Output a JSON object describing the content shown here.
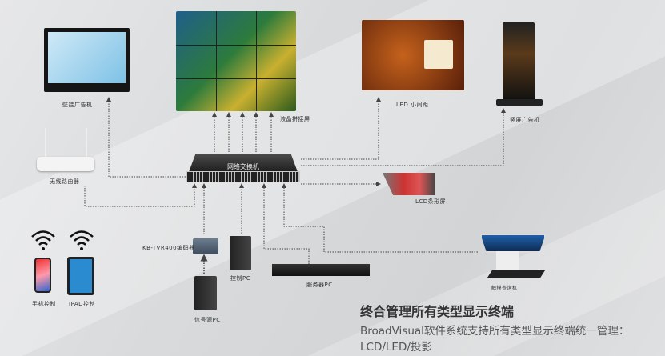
{
  "devices": {
    "wall_ad": "壁挂广告机",
    "video_wall": "液晶拼接屏",
    "led_fine_pitch": "LED 小间距",
    "vertical_ad": "竖屏广告机",
    "router": "无线路由器",
    "switch": "网络交换机",
    "lcd_bar": "LCD条形屏",
    "encoder": "KB-TVR400编码器",
    "control_pc": "控制PC",
    "server_pc": "服务器PC",
    "touch_kiosk": "触摸查询机",
    "source_pc": "信号源PC",
    "phone_control": "手机控制",
    "ipad_control": "IPAD控制"
  },
  "caption": {
    "title": "终合管理所有类型显示终端",
    "line1": "BroadVisual软件系统支持所有类型显示终端统一管理：",
    "line2": "LCD/LED/投影"
  },
  "colors": {
    "line": "#444444",
    "screen": "#111111",
    "background": "#d9dbdd"
  }
}
